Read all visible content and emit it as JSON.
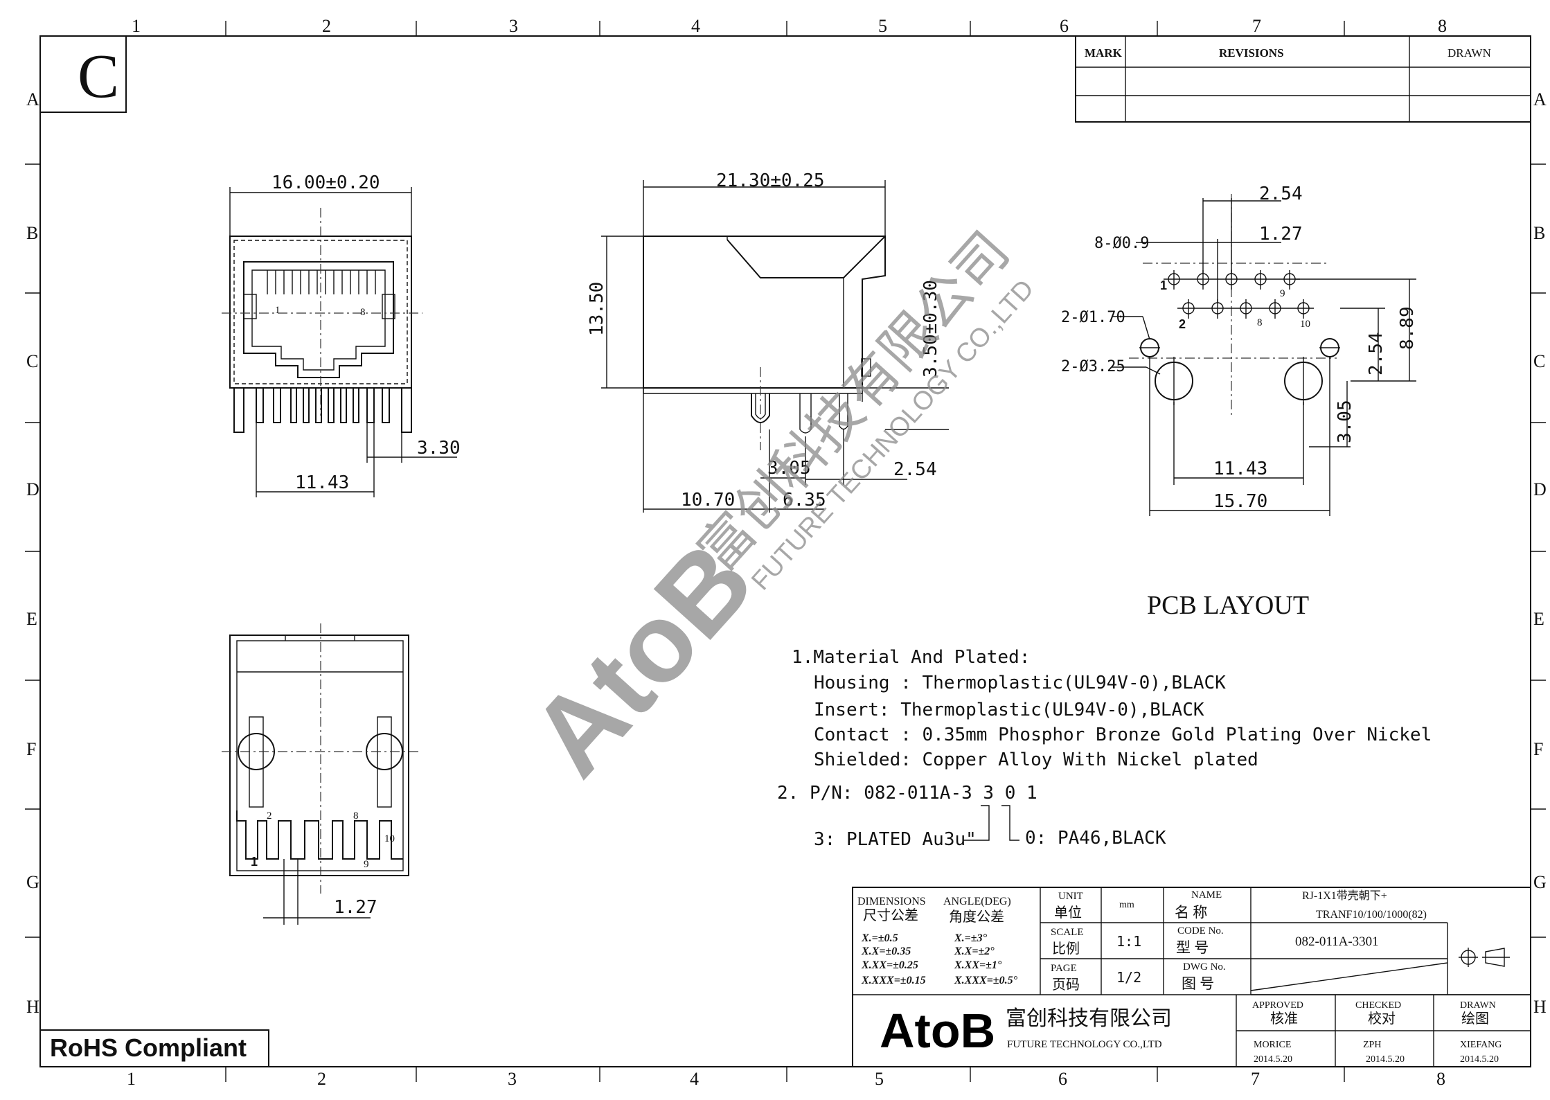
{
  "sheet": {
    "revision_letter": "C",
    "columns": [
      "1",
      "2",
      "3",
      "4",
      "5",
      "6",
      "7",
      "8"
    ],
    "rows": [
      "A",
      "B",
      "C",
      "D",
      "E",
      "F",
      "G",
      "H"
    ]
  },
  "revisions_table": {
    "mark": "MARK",
    "revisions": "REVISIONS",
    "drawn": "DRAWN"
  },
  "front_view": {
    "width": "16.00±0.20",
    "pin_pitch_span": "11.43",
    "offset": "3.30",
    "pin_first": "1",
    "pin_last": "8"
  },
  "side_view": {
    "length": "21.30±0.25",
    "height": "13.50",
    "pin_height": "3.50±0.30",
    "d1": "3.05",
    "d2": "6.35",
    "d3": "2.54",
    "d4": "10.70"
  },
  "pcb_layout": {
    "title": "PCB LAYOUT",
    "holes_small": "8-Ø0.9",
    "holes_led": "2-Ø1.70",
    "holes_mount": "2-Ø3.25",
    "pitch": "2.54",
    "half_pitch": "1.27",
    "height": "8.89",
    "row_to_mount": "2.54",
    "mount_offset": "3.05",
    "span_inner": "11.43",
    "span_outer": "15.70",
    "pin_labels": [
      "1",
      "9",
      "2",
      "8",
      "10"
    ]
  },
  "bottom_view": {
    "pitch": "1.27",
    "pin_labels": [
      "2",
      "8",
      "10",
      "1",
      "9"
    ]
  },
  "notes": {
    "line1": "1.Material And Plated:",
    "line2": "Housing : Thermoplastic(UL94V-0),BLACK",
    "line3": "Insert: Thermoplastic(UL94V-0),BLACK",
    "line4": "Contact : 0.35mm Phosphor Bronze Gold Plating Over Nickel",
    "line5": "Shielded:  Copper Alloy With Nickel plated",
    "pn": "2.  P/N:  082-011A-3 3 0 1",
    "plating": "3: PLATED Au3u\"",
    "material": "0: PA46,BLACK"
  },
  "watermark": {
    "brand": "AtoB",
    "company_cn": "富创科技有限公司",
    "company_en": "FUTURE TECHNOLOGY CO.,LTD"
  },
  "title_block": {
    "dimensions_label": "DIMENSIONS",
    "dimensions_cn": "尺寸公差",
    "angle_label": "ANGLE(DEG)",
    "angle_cn": "角度公差",
    "tol_x": "X.=±0.5",
    "tol_xx": "X.X=±0.35",
    "tol_xxx": "X.XX=±0.25",
    "tol_xxxx": "X.XXX=±0.15",
    "ang_x": "X.=±3°",
    "ang_xx": "X.X=±2°",
    "ang_xxx": "X.XX=±1°",
    "ang_xxxx": "X.XXX=±0.5°",
    "unit_label": "UNIT",
    "unit_cn": "单位",
    "unit_value": "mm",
    "scale_label": "SCALE",
    "scale_cn": "比例",
    "scale_value": "1:1",
    "page_label": "PAGE",
    "page_cn": "页码",
    "page_value": "1/2",
    "name_label": "NAME",
    "name_cn": "名 称",
    "name_value_1": "RJ-1X1带壳朝下+",
    "name_value_2": "TRANF10/100/1000(82)",
    "code_label": "CODE No.",
    "code_cn": "型 号",
    "code_value": "082-011A-3301",
    "dwg_label": "DWG No.",
    "dwg_cn": "图 号",
    "approved_label": "APPROVED",
    "approved_cn": "核准",
    "checked_label": "CHECKED",
    "checked_cn": "校对",
    "drawn_label": "DRAWN",
    "drawn_cn": "绘图",
    "approved_by": "MORICE",
    "checked_by": "ZPH",
    "drawn_by": "XIEFANG",
    "approved_date": "2014.5.20",
    "checked_date": "2014.5.20",
    "drawn_date": "2014.5.20",
    "logo": "AtoB",
    "company_cn": "富创科技有限公司",
    "company_en": "FUTURE TECHNOLOGY CO.,LTD"
  },
  "rohs": "RoHS Compliant"
}
